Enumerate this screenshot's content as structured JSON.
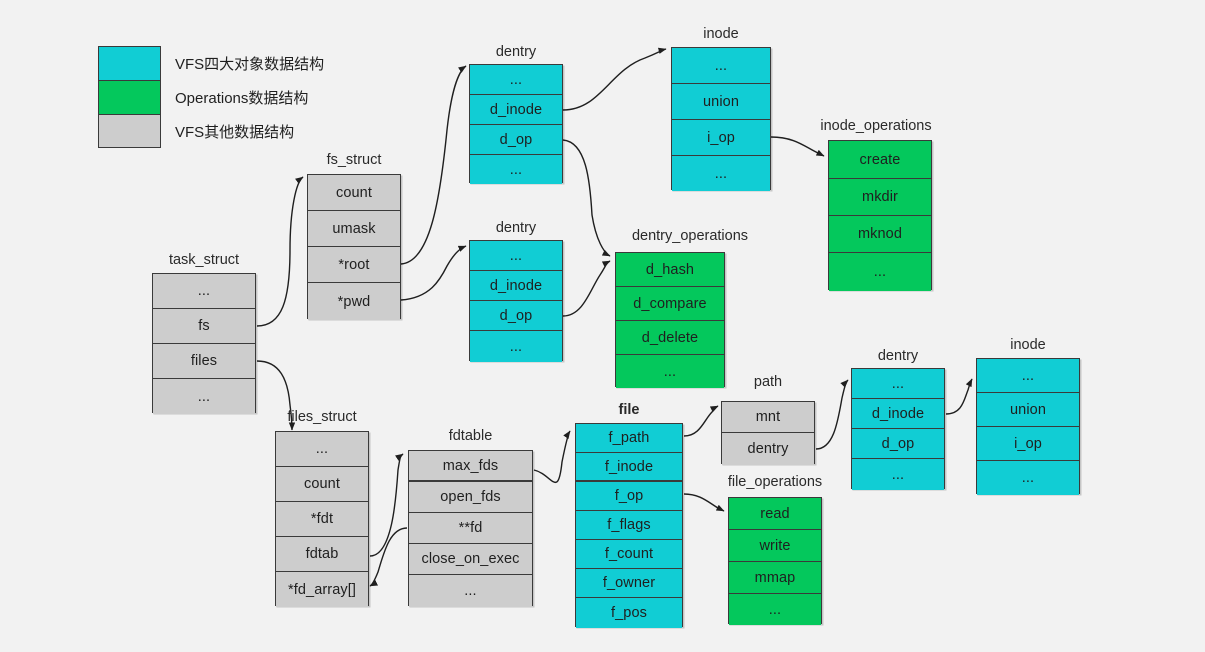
{
  "legend": {
    "items": [
      {
        "label": "VFS四大对象数据结构",
        "color": "#11cdd4"
      },
      {
        "label": " Operations数据结构",
        "color": "#04c85c"
      },
      {
        "label": "VFS其他数据结构",
        "color": "#cdcdcd"
      }
    ]
  },
  "colors": {
    "vfs_object": "#11cdd4",
    "operations": "#04c85c",
    "other": "#cdcdcd",
    "background": "#f2f2f2",
    "border": "#3a3a3a"
  },
  "structs": {
    "task_struct": {
      "title": "task_struct",
      "kind": "gray",
      "rows": [
        "...",
        "fs",
        "files",
        "..."
      ]
    },
    "fs_struct": {
      "title": "fs_struct",
      "kind": "gray",
      "rows": [
        "count",
        "umask",
        "*root",
        "*pwd"
      ]
    },
    "dentry_top": {
      "title": "dentry",
      "kind": "cyan",
      "rows": [
        "...",
        "d_inode",
        "d_op",
        "..."
      ]
    },
    "dentry_mid": {
      "title": "dentry",
      "kind": "cyan",
      "rows": [
        "...",
        "d_inode",
        "d_op",
        "..."
      ]
    },
    "inode_top": {
      "title": "inode",
      "kind": "cyan",
      "rows": [
        "...",
        "union",
        "i_op",
        "..."
      ]
    },
    "inode_operations": {
      "title": "inode_operations",
      "kind": "green",
      "rows": [
        "create",
        "mkdir",
        "mknod",
        "..."
      ]
    },
    "dentry_operations": {
      "title": "dentry_operations",
      "kind": "green",
      "rows": [
        "d_hash",
        "d_compare",
        "d_delete",
        "..."
      ]
    },
    "files_struct": {
      "title": "files_struct",
      "kind": "gray",
      "rows": [
        "...",
        "count",
        "*fdt",
        "fdtab",
        "*fd_array[]"
      ]
    },
    "fdtable": {
      "title": "fdtable",
      "kind": "gray",
      "rows": [
        "max_fds",
        "open_fds",
        "**fd",
        "close_on_exec",
        "..."
      ]
    },
    "file": {
      "title": "file",
      "kind": "cyan",
      "rows": [
        "f_path",
        "f_inode",
        "f_op",
        "f_flags",
        "f_count",
        "f_owner",
        "f_pos"
      ]
    },
    "path": {
      "title": "path",
      "kind": "gray",
      "rows": [
        "mnt",
        "dentry"
      ]
    },
    "file_operations": {
      "title": "file_operations",
      "kind": "green",
      "rows": [
        "read",
        "write",
        "mmap",
        "..."
      ]
    },
    "dentry_bottom": {
      "title": "dentry",
      "kind": "cyan",
      "rows": [
        "...",
        "d_inode",
        "d_op",
        "..."
      ]
    },
    "inode_bottom": {
      "title": "inode",
      "kind": "cyan",
      "rows": [
        "...",
        "union",
        "i_op",
        "..."
      ]
    }
  }
}
